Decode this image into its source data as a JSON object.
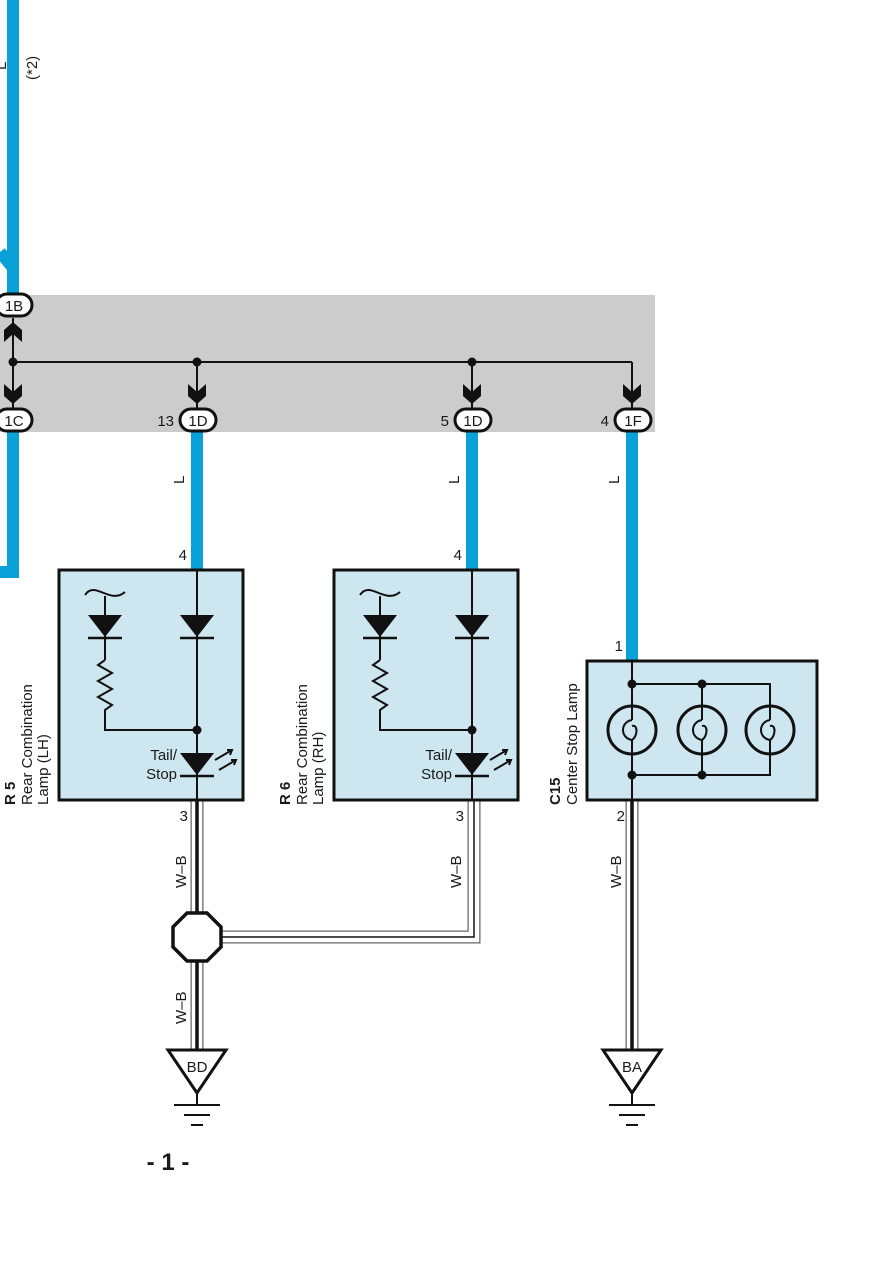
{
  "colors": {
    "wire_L": "#0aa0d8",
    "junction_block": "#cccccc",
    "component_fill": "#cde6f0"
  },
  "top_wire": {
    "color_code": "L",
    "note": "(*2)"
  },
  "connectors": {
    "c1B": {
      "label": "1B"
    },
    "c1C": {
      "label": "1C"
    },
    "c1D_a": {
      "label": "1D",
      "pin": "13"
    },
    "c1D_b": {
      "label": "1D",
      "pin": "5"
    },
    "c1F": {
      "label": "1F",
      "pin": "4"
    }
  },
  "wires": {
    "w1": "L",
    "w2": "L",
    "w3": "L",
    "g1": "W–B",
    "g2": "W–B",
    "g3": "W–B",
    "g4": "W–B"
  },
  "components": {
    "r5": {
      "code": "R 5",
      "name_line1": "Rear Combination",
      "name_line2": "Lamp (LH)",
      "pin_in": "4",
      "pin_out": "3",
      "led_label1": "Tail/",
      "led_label2": "Stop"
    },
    "r6": {
      "code": "R 6",
      "name_line1": "Rear Combination",
      "name_line2": "Lamp (RH)",
      "pin_in": "4",
      "pin_out": "3",
      "led_label1": "Tail/",
      "led_label2": "Stop"
    },
    "c15": {
      "code": "C15",
      "name": "Center Stop Lamp",
      "pin_in": "1",
      "pin_out": "2"
    }
  },
  "grounds": {
    "bd": "BD",
    "ba": "BA"
  },
  "page_number": "- 1 -"
}
